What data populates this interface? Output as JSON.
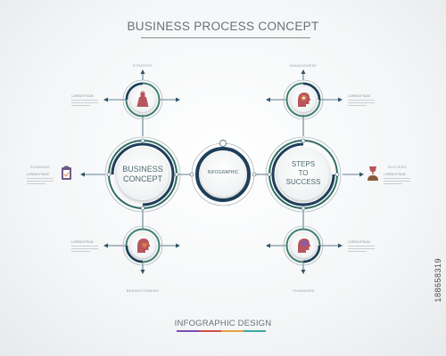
{
  "header": {
    "title": "BUSINESS PROCESS CONCEPT"
  },
  "footer": {
    "title": "INFOGRAPHIC DESIGN"
  },
  "hubs": {
    "left": {
      "line1": "BUSINESS",
      "line2": "CONCEPT"
    },
    "center": {
      "label": "INFOGRAPHIC"
    },
    "right": {
      "line1": "STEPS",
      "line2": "TO",
      "line3": "SUCCESS"
    }
  },
  "nodes": {
    "top_left": {
      "caption": "STRATEGY",
      "text_head": "LOREM IPSUM",
      "icon": "dress-icon"
    },
    "top_right": {
      "caption": "MANAGEMENT",
      "text_head": "LOREM IPSUM",
      "icon": "gear-head-icon"
    },
    "bottom_left": {
      "caption": "BRAINSTORMING",
      "text_head": "LOREM IPSUM",
      "icon": "head-heart-icon"
    },
    "bottom_right": {
      "caption": "TEAMWORK",
      "text_head": "LOREM IPSUM",
      "icon": "brain-icon"
    },
    "far_left": {
      "caption": "PLANNING",
      "text_head": "LOREM IPSUM",
      "icon": "clipboard-icon"
    },
    "far_right": {
      "caption": "SUCCESS",
      "text_head": "LOREM IPSUM",
      "icon": "trophy-icon"
    }
  },
  "watermark": "188658319",
  "colors": {
    "ring_dark": "#1e3f5a",
    "ring_teal": "#3f7f6f",
    "accent_red": "#b7565c",
    "accent_orange": "#d9824a",
    "text_gray": "#6b7075",
    "footer_bar": [
      "#7a4bb0",
      "#d24b4b",
      "#e0a23a",
      "#3fa7a0"
    ]
  }
}
